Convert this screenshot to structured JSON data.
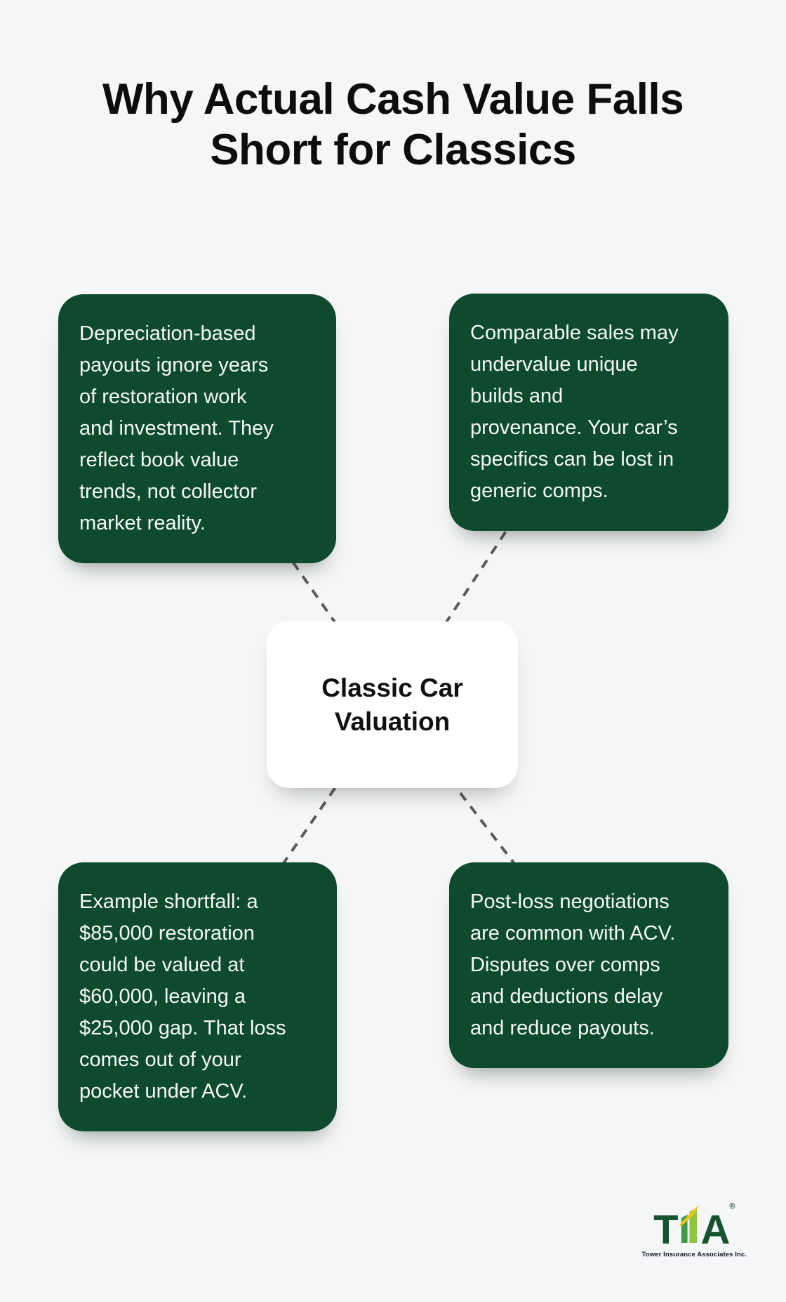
{
  "title": "Why Actual Cash Value Falls Short for Classics",
  "center_node": {
    "label": "Classic Car Valuation"
  },
  "cards": {
    "top_left": {
      "text": "Depreciation-based payouts ignore years of restoration work and investment. They reflect book value trends, not collector market reality."
    },
    "top_right": {
      "text": "Comparable sales may undervalue unique builds and provenance. Your car’s specifics can be lost in generic comps."
    },
    "bottom_left": {
      "text": "Example shortfall: a $85,000 restoration could be valued at $60,000, leaving a $25,000 gap. That loss comes out of your pocket under ACV."
    },
    "bottom_right": {
      "text": "Post-loss negotiations are common with ACV. Disputes over comps and deductions delay and reduce payouts."
    }
  },
  "logo": {
    "letter_t": "T",
    "letter_a": "A",
    "registered": "®",
    "tagline": "Tower Insurance Associates Inc."
  },
  "colors": {
    "background": "#f5f6f8",
    "card_green": "#0d4a2e",
    "card_text": "#f6f8f7",
    "title_text": "#0d0d0d",
    "center_bg": "#ffffff",
    "center_text": "#111111",
    "connector": "#5a5b5d",
    "logo_dark_green": "#14532d",
    "logo_mid_green": "#3f9c47",
    "logo_light_green": "#8cc63f",
    "logo_gold": "#f2c21e",
    "tagline_text": "#15172b"
  }
}
